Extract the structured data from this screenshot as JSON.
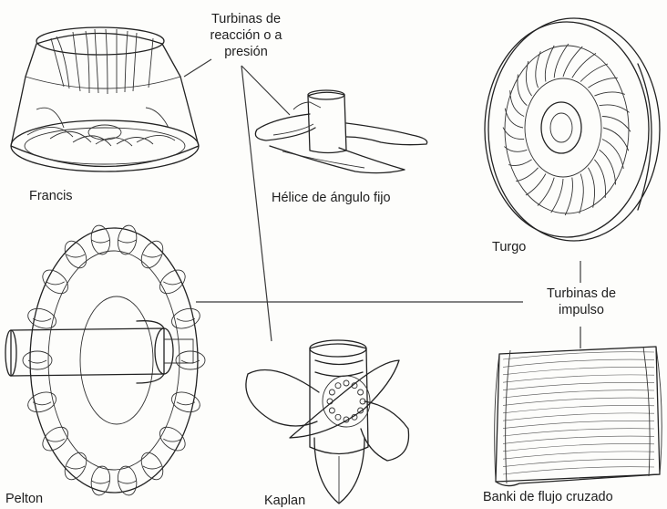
{
  "groups": {
    "reaction": [
      "Turbinas de",
      "reacción o a",
      "presión"
    ],
    "impulse": [
      "Turbinas de",
      "impulso"
    ]
  },
  "turbines": {
    "francis": "Francis",
    "helice": "Hélice de ángulo fijo",
    "turgo": "Turgo",
    "pelton": "Pelton",
    "kaplan": "Kaplan",
    "banki": "Banki de flujo cruzado"
  }
}
